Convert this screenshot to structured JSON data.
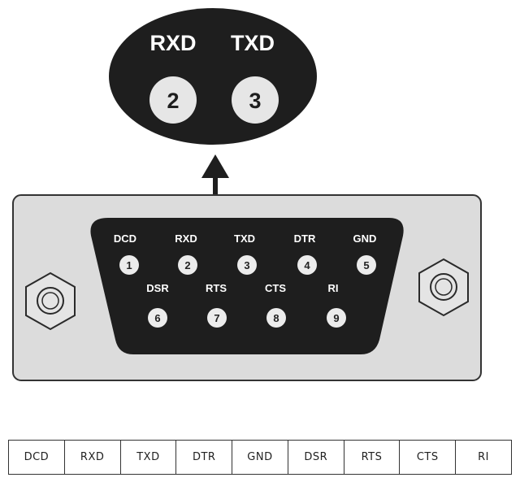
{
  "colors": {
    "shell_fill": "#dcdcdc",
    "shell_stroke": "#333333",
    "dark": "#1e1e1e",
    "pin_fill": "#ececec",
    "callout_pin_fill": "#e6e6e6"
  },
  "callout": {
    "pins": [
      {
        "label": "RXD",
        "number": "2"
      },
      {
        "label": "TXD",
        "number": "3"
      }
    ],
    "arrow_icon": "arrow-up-icon"
  },
  "connector": {
    "top_row": [
      {
        "label": "DCD",
        "number": "1"
      },
      {
        "label": "RXD",
        "number": "2"
      },
      {
        "label": "TXD",
        "number": "3"
      },
      {
        "label": "DTR",
        "number": "4"
      },
      {
        "label": "GND",
        "number": "5"
      }
    ],
    "bottom_row": [
      {
        "label": "DSR",
        "number": "6"
      },
      {
        "label": "RTS",
        "number": "7"
      },
      {
        "label": "CTS",
        "number": "8"
      },
      {
        "label": "RI",
        "number": "9"
      }
    ],
    "screw_icon": "hex-screw-icon"
  },
  "legend": [
    "DCD",
    "RXD",
    "TXD",
    "DTR",
    "GND",
    "DSR",
    "RTS",
    "CTS",
    "RI"
  ]
}
